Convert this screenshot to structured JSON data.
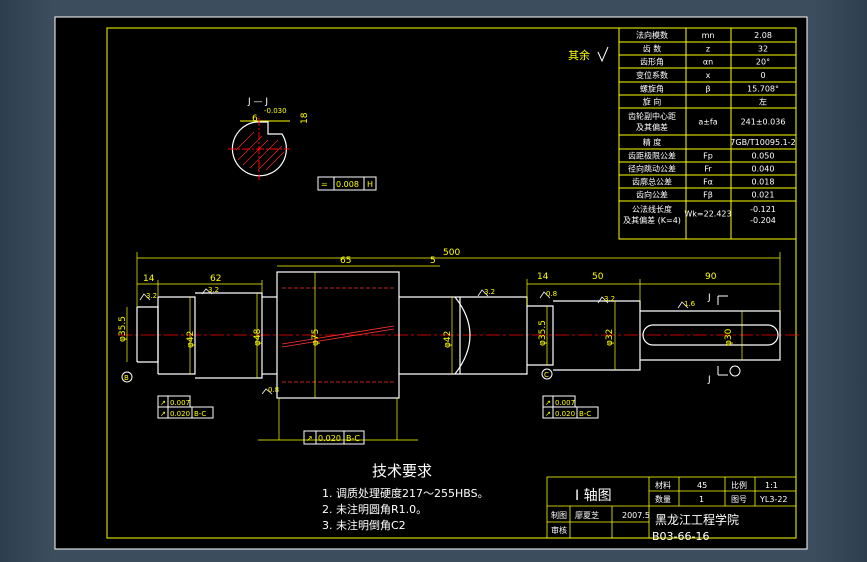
{
  "top_note": {
    "text": "其余"
  },
  "params_table": {
    "rows": [
      {
        "name": "法向模数",
        "symbol": "mn",
        "value": "2.08"
      },
      {
        "name": "齿 数",
        "symbol": "z",
        "value": "32"
      },
      {
        "name": "齿形角",
        "symbol": "αn",
        "value": "20°"
      },
      {
        "name": "变位系数",
        "symbol": "x",
        "value": "0"
      },
      {
        "name": "螺旋角",
        "symbol": "β",
        "value": "15.708°"
      },
      {
        "name": "旋 向",
        "symbol": "",
        "value": "左"
      },
      {
        "name": "齿轮副中心距 及其偏差",
        "symbol": "a±fa",
        "value": "241±0.036"
      },
      {
        "name": "精 度",
        "symbol": "",
        "value": "7GB/T10095.1-2"
      },
      {
        "name": "齿距极限公差",
        "symbol": "Fp",
        "value": "0.050"
      },
      {
        "name": "径向跳动公差",
        "symbol": "Fr",
        "value": "0.040"
      },
      {
        "name": "齿廓总公差",
        "symbol": "Fα",
        "value": "0.018"
      },
      {
        "name": "齿向公差",
        "symbol": "Fβ",
        "value": "0.021"
      },
      {
        "name": "公法线长度 及其偏差 (K=4)",
        "symbol": "Wk=22.423",
        "value": "-0.121 -0.204"
      }
    ]
  },
  "section": {
    "title": "J — J",
    "dim_width": "6",
    "dim_width_tol": "-0.030",
    "dim_depth": "18",
    "tolerance_frame": {
      "symbol": "=",
      "value": "0.008",
      "datum": "H"
    }
  },
  "dimensions": {
    "total_length": "500",
    "len_14a": "14",
    "len_62": "62",
    "len_65": "65",
    "len_5": "5",
    "len_14b": "14",
    "len_50": "50",
    "len_90": "90",
    "dia_35a": "φ35.5",
    "dia_42a": "φ42",
    "dia_48": "φ48",
    "dia_75": "φ75",
    "dia_42b": "φ42",
    "dia_35b": "φ35.5",
    "dia_32": "φ32",
    "dia_30": "φ30",
    "roughness": [
      "3.2",
      "3.2",
      "0.8",
      "3.2",
      "0.8",
      "3.2",
      "1.6"
    ],
    "section_mark": "J",
    "datum_b": "B",
    "datum_c": "C"
  },
  "tolerance_frames": [
    {
      "rows": [
        [
          "↗",
          "0.007"
        ],
        [
          "↗",
          "0.020",
          "B-C"
        ]
      ]
    },
    {
      "rows": [
        [
          "↗",
          "0.020",
          "B-C"
        ]
      ]
    },
    {
      "rows": [
        [
          "↗",
          "0.007"
        ],
        [
          "↗",
          "0.020",
          "B-C"
        ]
      ]
    }
  ],
  "tech_requirements": {
    "title": "技术要求",
    "items": [
      "1. 调质处理硬度217～255HBS。",
      "2. 未注明圆角R1.0。",
      "3. 未注明倒角C2"
    ]
  },
  "title_block": {
    "part_name": "I 轴图",
    "material_label": "材料",
    "material_value": "45",
    "scale_label": "比例",
    "scale_value": "1:1",
    "qty_label": "数量",
    "qty_value": "1",
    "drawing_no_label": "图号",
    "drawing_no_value": "YL3-22",
    "drawn_label": "制图",
    "drawn_value": "廖夏芝",
    "date_value": "2007.5",
    "school": "黑龙江工程学院",
    "review_label": "审核",
    "class_code": "B03-66-16"
  },
  "colors": {
    "frame_bg": "#3c4d5e",
    "sheet_bg": "#000000",
    "line_white": "#ffffff",
    "dim_yellow": "#ffff00",
    "center_red": "#ff0000",
    "hidden_red": "#ff3030",
    "border_line": "#ffff00"
  }
}
